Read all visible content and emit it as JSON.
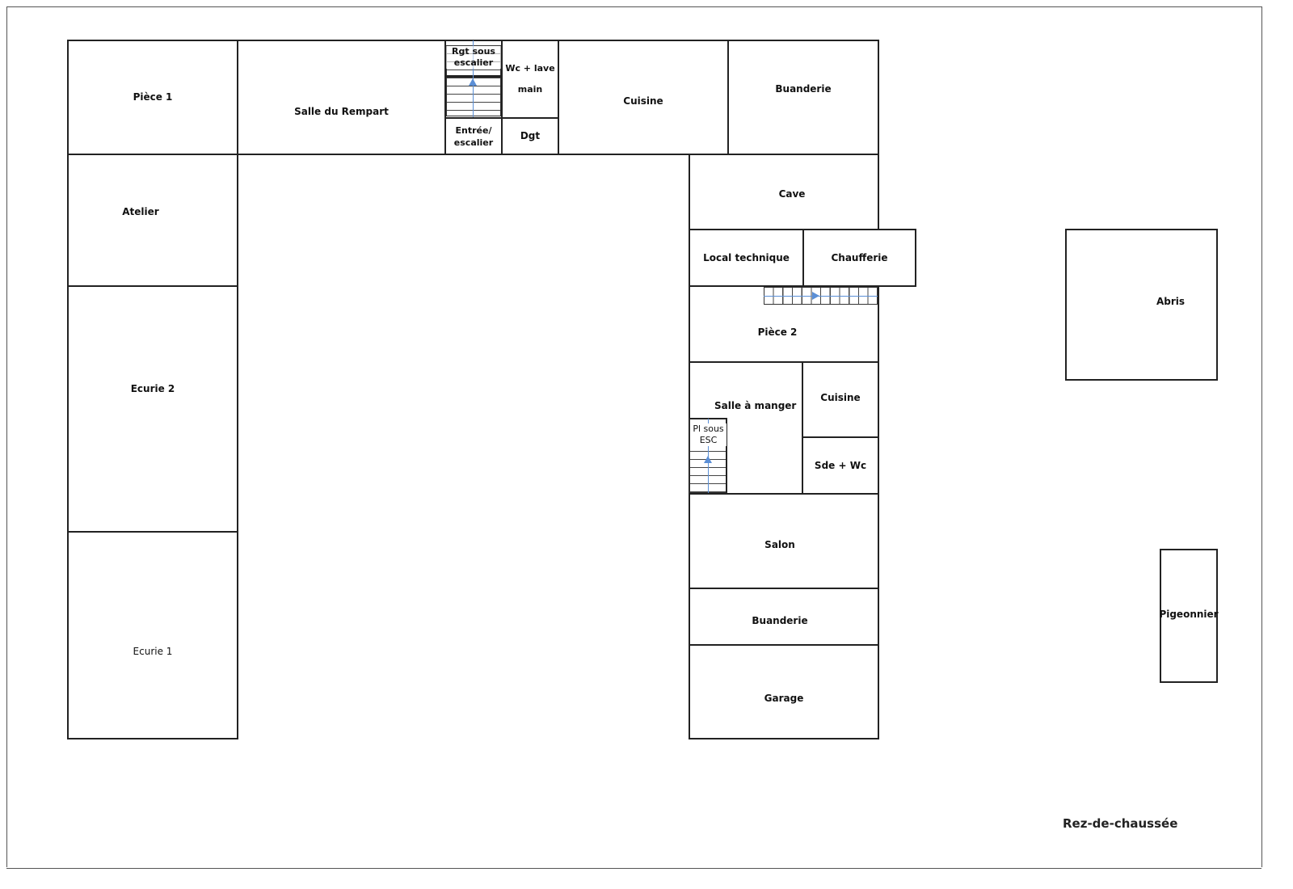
{
  "plan": {
    "title": "Rez-de-chaussée",
    "rooms": {
      "piece1": "Pièce 1",
      "salle_rempart": "Salle du Rempart",
      "rgt_sous_escalier": "Rgt sous escalier",
      "entree_escalier": "Entrée/ escalier",
      "wc_lave_main": "Wc + lave main",
      "dgt": "Dgt",
      "cuisine_top": "Cuisine",
      "buanderie_top": "Buanderie",
      "atelier": "Atelier",
      "ecurie2": "Ecurie 2",
      "ecurie1": "Ecurie 1",
      "cave": "Cave",
      "local_technique": "Local technique",
      "chaufferie": "Chaufferie",
      "piece2": "Pièce 2",
      "salle_a_manger": "Salle à manger",
      "cuisine_right": "Cuisine",
      "pl_sous_esc": "Pl sous ESC",
      "sde_wc": "Sde + Wc",
      "salon": "Salon",
      "buanderie_bottom": "Buanderie",
      "garage": "Garage",
      "abris": "Abris",
      "pigeonnier": "Pigeonnier"
    },
    "colors": {
      "walls": "#222222",
      "stair_arrow": "#5b8fd6"
    }
  }
}
